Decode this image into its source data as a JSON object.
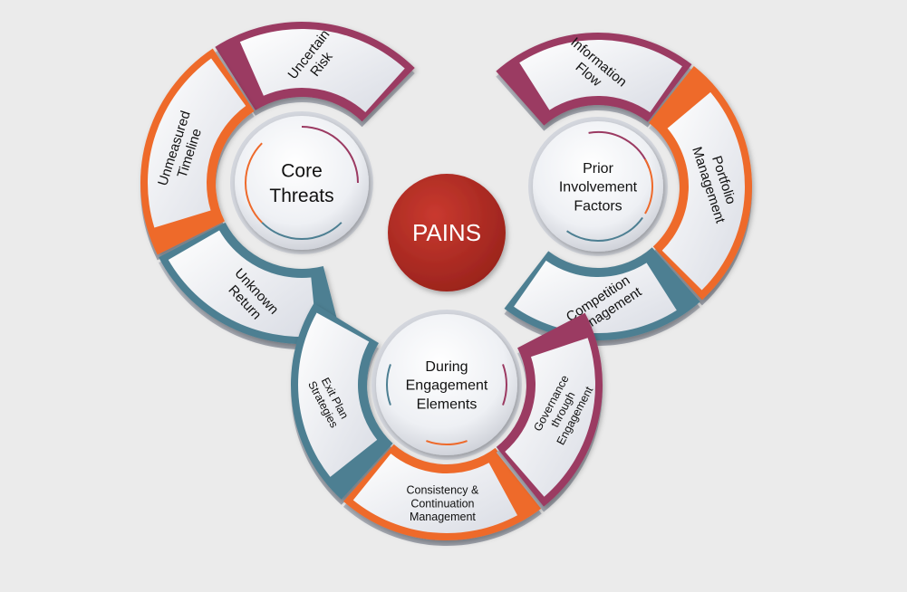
{
  "center": {
    "label": "PAINS",
    "color": "#ad2a22"
  },
  "colors": {
    "maroon": "#9b3a62",
    "orange": "#ee6a2b",
    "steel": "#4d7f92",
    "background": "#ebebeb"
  },
  "groups": [
    {
      "hub": [
        "Core",
        "Threats"
      ],
      "segments": [
        {
          "lines": [
            "Uncertain",
            "Risk"
          ],
          "color": "#9b3a62"
        },
        {
          "lines": [
            "Unmeasured",
            "Timeline"
          ],
          "color": "#ee6a2b"
        },
        {
          "lines": [
            "Unknown",
            "Return"
          ],
          "color": "#4d7f92"
        }
      ]
    },
    {
      "hub": [
        "Prior",
        "Involvement",
        "Factors"
      ],
      "segments": [
        {
          "lines": [
            "Information",
            "Flow"
          ],
          "color": "#9b3a62"
        },
        {
          "lines": [
            "Portfolio",
            "Management"
          ],
          "color": "#ee6a2b"
        },
        {
          "lines": [
            "Competition",
            "Management"
          ],
          "color": "#4d7f92"
        }
      ]
    },
    {
      "hub": [
        "During",
        "Engagement",
        "Elements"
      ],
      "segments": [
        {
          "lines": [
            "Exit Plan",
            "Strategies"
          ],
          "color": "#4d7f92"
        },
        {
          "lines": [
            "Consistency &",
            "Continuation",
            "Management"
          ],
          "color": "#ee6a2b"
        },
        {
          "lines": [
            "Governance",
            "through",
            "Engagement"
          ],
          "color": "#9b3a62"
        }
      ]
    }
  ]
}
